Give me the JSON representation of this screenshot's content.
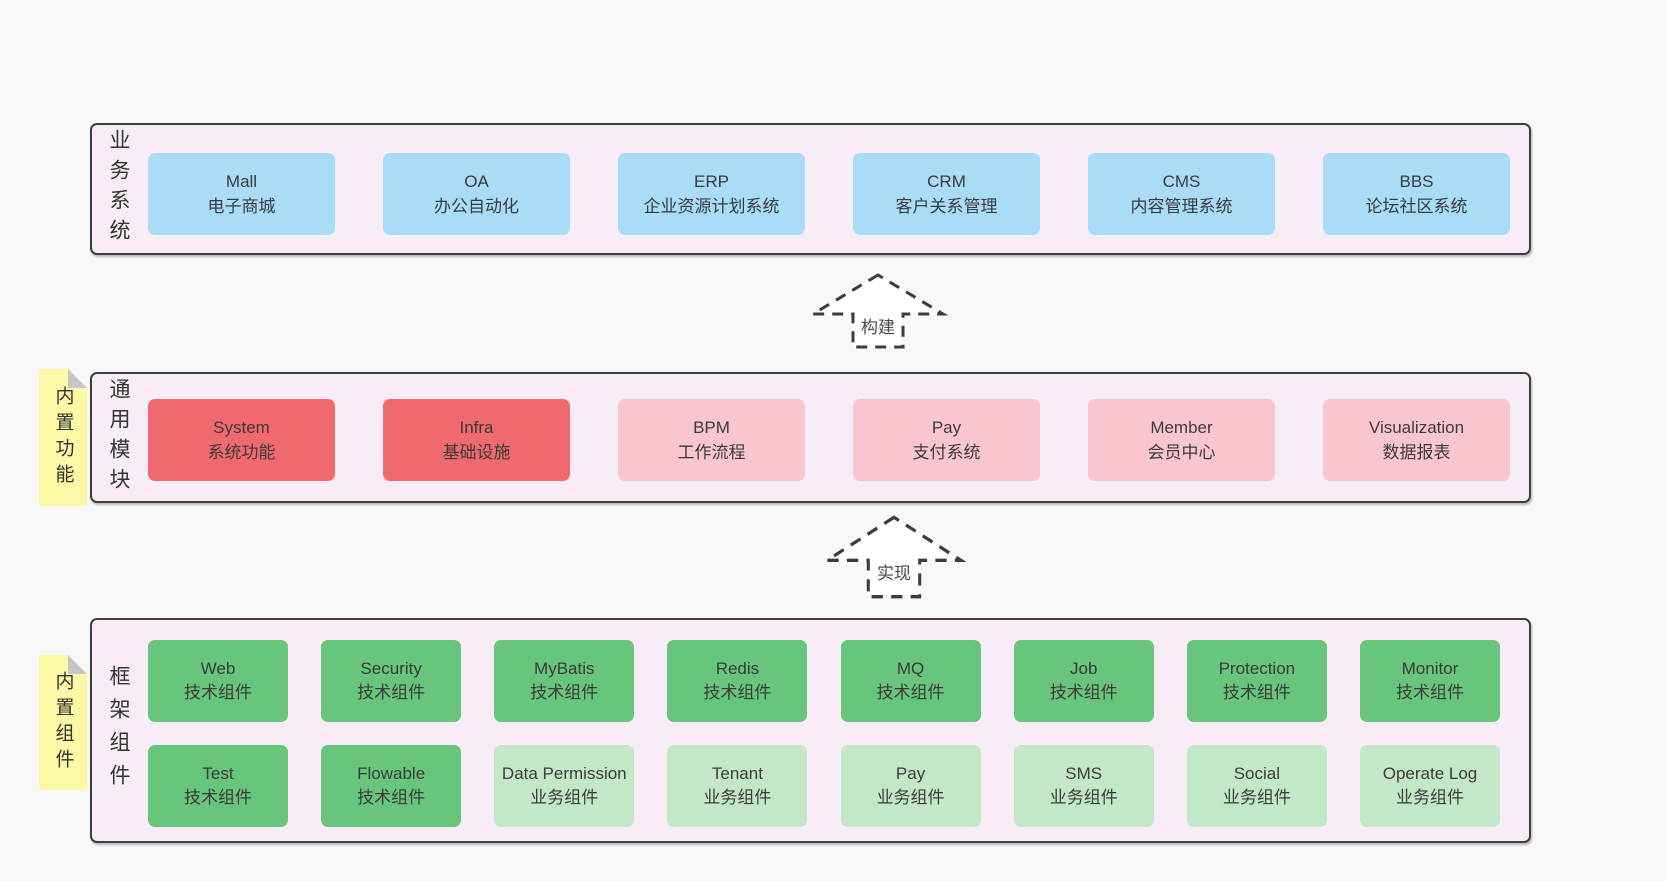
{
  "colors": {
    "page_background": "#f8f8f8",
    "panel_background": "#f8edf6",
    "panel_border": "#3e3e3e",
    "business_box": "#a9dcf7",
    "core_module_box": "#f0696e",
    "optional_module_box": "#f9c6cf",
    "tech_component_box": "#67c57c",
    "biz_component_box": "#c3e8c8",
    "sticky_note": "#fbf9a5"
  },
  "arrows": [
    {
      "label": "构建"
    },
    {
      "label": "实现"
    }
  ],
  "panels": [
    {
      "label": "业务系统",
      "boxes": [
        {
          "title": "Mall",
          "subtitle": "电子商城",
          "variant": "blue"
        },
        {
          "title": "OA",
          "subtitle": "办公自动化",
          "variant": "blue"
        },
        {
          "title": "ERP",
          "subtitle": "企业资源计划系统",
          "variant": "blue"
        },
        {
          "title": "CRM",
          "subtitle": "客户关系管理",
          "variant": "blue"
        },
        {
          "title": "CMS",
          "subtitle": "内容管理系统",
          "variant": "blue"
        },
        {
          "title": "BBS",
          "subtitle": "论坛社区系统",
          "variant": "blue"
        }
      ]
    },
    {
      "label": "通用模块",
      "note": "内置功能",
      "boxes": [
        {
          "title": "System",
          "subtitle": "系统功能",
          "variant": "red"
        },
        {
          "title": "Infra",
          "subtitle": "基础设施",
          "variant": "red"
        },
        {
          "title": "BPM",
          "subtitle": "工作流程",
          "variant": "pink"
        },
        {
          "title": "Pay",
          "subtitle": "支付系统",
          "variant": "pink"
        },
        {
          "title": "Member",
          "subtitle": "会员中心",
          "variant": "pink"
        },
        {
          "title": "Visualization",
          "subtitle": "数据报表",
          "variant": "pink"
        }
      ]
    },
    {
      "label": "框架组件",
      "note": "内置组件",
      "rows": [
        [
          {
            "title": "Web",
            "subtitle": "技术组件",
            "variant": "green"
          },
          {
            "title": "Security",
            "subtitle": "技术组件",
            "variant": "green"
          },
          {
            "title": "MyBatis",
            "subtitle": "技术组件",
            "variant": "green"
          },
          {
            "title": "Redis",
            "subtitle": "技术组件",
            "variant": "green"
          },
          {
            "title": "MQ",
            "subtitle": "技术组件",
            "variant": "green"
          },
          {
            "title": "Job",
            "subtitle": "技术组件",
            "variant": "green"
          },
          {
            "title": "Protection",
            "subtitle": "技术组件",
            "variant": "green"
          },
          {
            "title": "Monitor",
            "subtitle": "技术组件",
            "variant": "green"
          }
        ],
        [
          {
            "title": "Test",
            "subtitle": "技术组件",
            "variant": "green"
          },
          {
            "title": "Flowable",
            "subtitle": "技术组件",
            "variant": "green"
          },
          {
            "title": "Data Permission",
            "subtitle": "业务组件",
            "variant": "lightgreen"
          },
          {
            "title": "Tenant",
            "subtitle": "业务组件",
            "variant": "lightgreen"
          },
          {
            "title": "Pay",
            "subtitle": "业务组件",
            "variant": "lightgreen"
          },
          {
            "title": "SMS",
            "subtitle": "业务组件",
            "variant": "lightgreen"
          },
          {
            "title": "Social",
            "subtitle": "业务组件",
            "variant": "lightgreen"
          },
          {
            "title": "Operate Log",
            "subtitle": "业务组件",
            "variant": "lightgreen"
          }
        ]
      ]
    }
  ]
}
